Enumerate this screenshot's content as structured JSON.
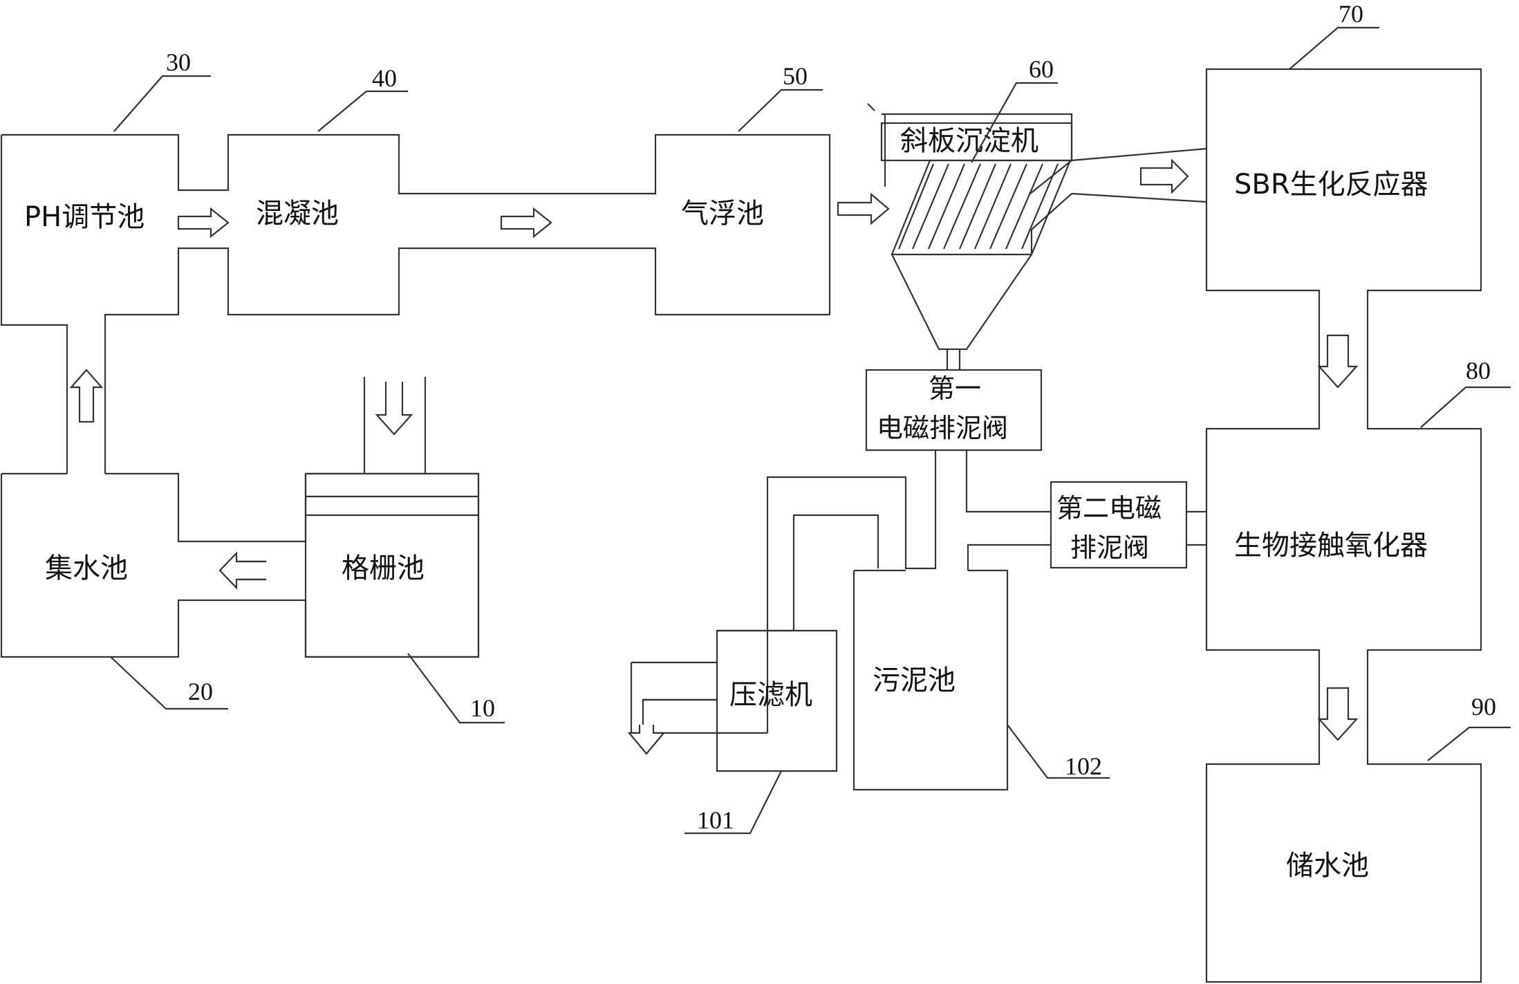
{
  "units": {
    "grid_tank": {
      "name": "格栅池",
      "ref": "10"
    },
    "collection_tank": {
      "name": "集水池",
      "ref": "20"
    },
    "ph_tank": {
      "name": "PH调节池",
      "ref": "30"
    },
    "coagulation_tank": {
      "name": "混凝池",
      "ref": "40"
    },
    "flotation_tank": {
      "name": "气浮池",
      "ref": "50"
    },
    "settler": {
      "name": "斜板沉淀机",
      "ref": "60"
    },
    "sbr_reactor": {
      "name": "SBR生化反应器",
      "ref": "70"
    },
    "bio_oxidizer": {
      "name": "生物接触氧化器",
      "ref": "80"
    },
    "storage_tank": {
      "name": "储水池",
      "ref": "90"
    },
    "filter_press": {
      "name": "压滤机",
      "ref": "101"
    },
    "sludge_tank": {
      "name": "污泥池",
      "ref": "102"
    },
    "valve1": {
      "line1": "第一",
      "line2": "电磁排泥阀"
    },
    "valve2": {
      "line1": "第二电磁",
      "line2": "排泥阀"
    }
  }
}
